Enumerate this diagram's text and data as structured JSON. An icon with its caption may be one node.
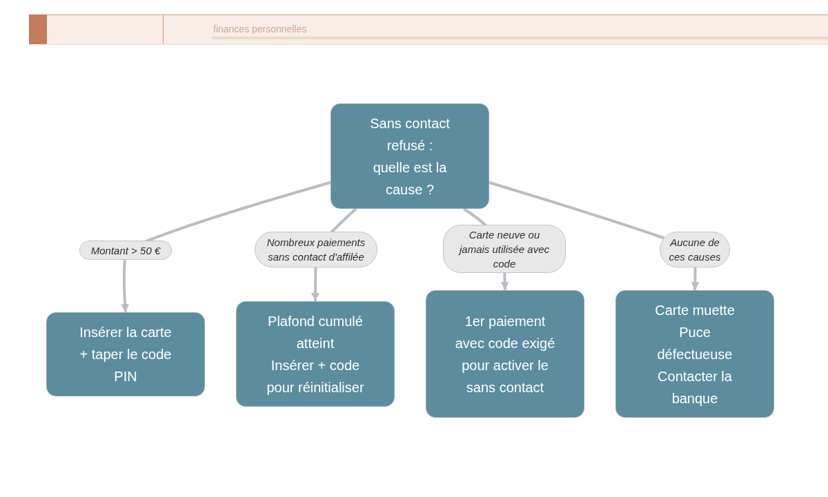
{
  "diagram": {
    "nodes": [
      {
        "text": [
          "Sans contact refusé : quelle est la cause ?"
        ]
      },
      {
        "text": [
          "Insérer la carte + taper le code PIN"
        ]
      },
      {
        "text": [
          "Plafond cumulé atteint",
          "Insérer + code pour réinitialiser"
        ]
      },
      {
        "text": [
          "1er paiement avec code exigé pour activer le sans contact"
        ]
      },
      {
        "text": [
          "Carte muette",
          "Puce défectueuse",
          "Contacter la banque"
        ]
      }
    ],
    "edges": [
      {
        "from": 0,
        "to": 1,
        "arrow": "to",
        "label": "Montant > 50 €"
      },
      {
        "from": 0,
        "to": 2,
        "arrow": "to",
        "label": "Nombreux paiements sans contact d'affilée"
      },
      {
        "from": 0,
        "to": 3,
        "arrow": "to",
        "label": "Carte neuve ou jamais utilisée avec code"
      },
      {
        "from": 0,
        "to": 4,
        "arrow": "to",
        "label": "Aucune de ces causes"
      }
    ],
    "labels": [
      "finances personnelles"
    ]
  }
}
